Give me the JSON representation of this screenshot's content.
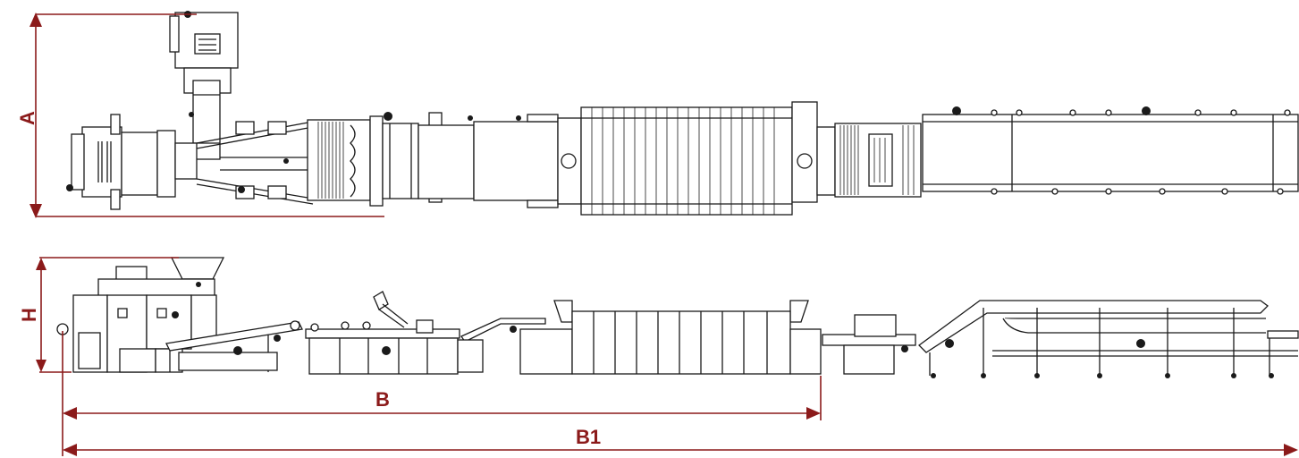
{
  "dimension_labels": {
    "top_view_height": "A",
    "side_view_height": "H",
    "line_length": "B",
    "total_length": "B1"
  },
  "colors": {
    "dimension": "#8b1a1a",
    "line_art": "#1a1a1a",
    "background": "#ffffff"
  }
}
